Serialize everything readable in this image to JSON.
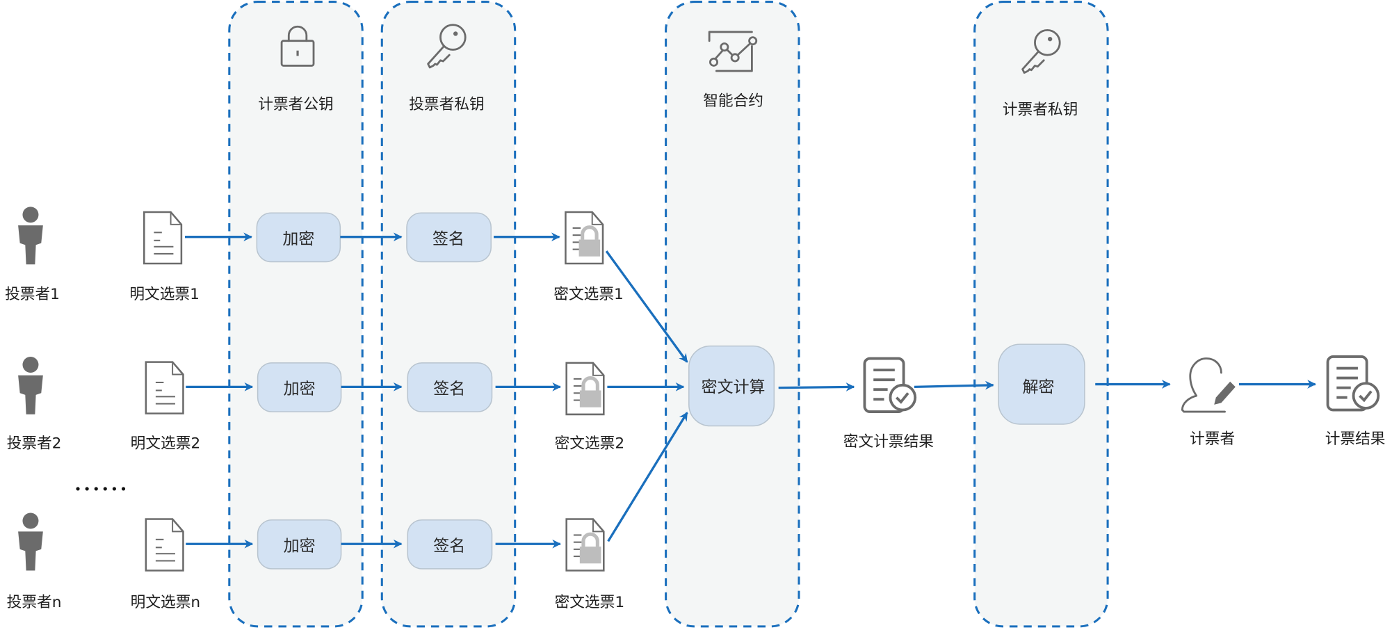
{
  "lanes": [
    {
      "title": "计票者公钥",
      "icon": "lock-icon"
    },
    {
      "title": "投票者私钥",
      "icon": "key-icon"
    },
    {
      "title": "智能合约",
      "icon": "chart-line-icon"
    },
    {
      "title": "计票者私钥",
      "icon": "key-icon"
    }
  ],
  "voters": [
    {
      "voter": "投票者1",
      "plain": "明文选票1",
      "encrypt": "加密",
      "sign": "签名",
      "cipher": "密文选票1"
    },
    {
      "voter": "投票者2",
      "plain": "明文选票2",
      "encrypt": "加密",
      "sign": "签名",
      "cipher": "密文选票2"
    },
    {
      "voter": "投票者n",
      "plain": "明文选票n",
      "encrypt": "加密",
      "sign": "签名",
      "cipher": "密文选票1"
    }
  ],
  "ellipsis": "••••••",
  "compute": "密文计算",
  "cipher_result": "密文计票结果",
  "decrypt": "解密",
  "counter": "计票者",
  "final_result": "计票结果",
  "colors": {
    "accent": "#1a6fbd",
    "box_fill": "#d3e2f3",
    "lane_fill": "#f4f6f6",
    "icon": "#6b6b6b"
  }
}
